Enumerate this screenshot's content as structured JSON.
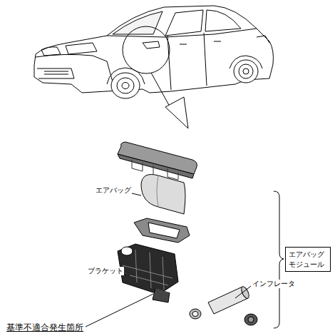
{
  "diagram": {
    "nodes": [
      {
        "text": [
          "エアバッグ モジュール"
        ]
      }
    ],
    "labels": [
      "エアバッグ",
      "ブラケット",
      "インフレータ",
      "基準不適合発生箇所"
    ]
  }
}
